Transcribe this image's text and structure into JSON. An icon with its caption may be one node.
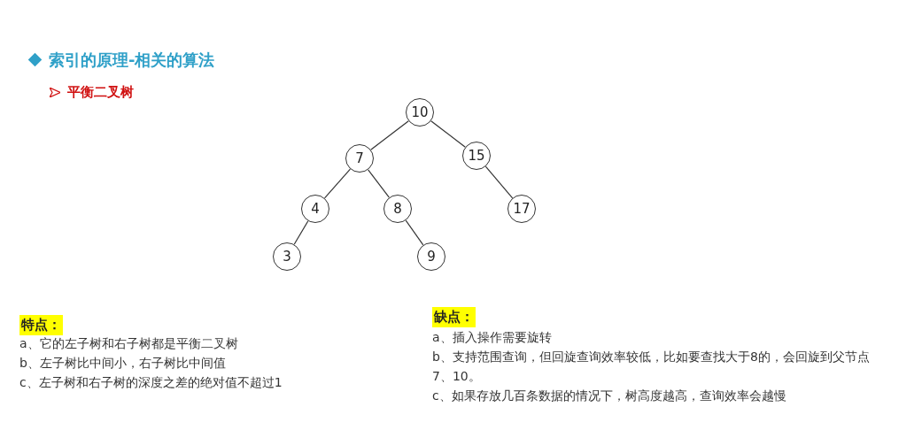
{
  "diagram": {
    "nodes": [
      {
        "text": [
          "10"
        ]
      },
      {
        "text": [
          "7"
        ]
      },
      {
        "text": [
          "15"
        ]
      },
      {
        "text": [
          "4"
        ]
      },
      {
        "text": [
          "8"
        ]
      },
      {
        "text": [
          "17"
        ]
      },
      {
        "text": [
          "3"
        ]
      },
      {
        "text": [
          "9"
        ]
      }
    ],
    "edges": [
      {
        "from": 0,
        "to": 1,
        "arrow": "none"
      },
      {
        "from": 0,
        "to": 2,
        "arrow": "none"
      },
      {
        "from": 1,
        "to": 3,
        "arrow": "none"
      },
      {
        "from": 1,
        "to": 4,
        "arrow": "none"
      },
      {
        "from": 2,
        "to": 5,
        "arrow": "none"
      },
      {
        "from": 3,
        "to": 6,
        "arrow": "none"
      },
      {
        "from": 4,
        "to": 7,
        "arrow": "none"
      }
    ],
    "labels": [
      "索引的原理-相关的算法",
      "平衡二叉树",
      "特点：",
      "a、它的左子树和右子树都是平衡二叉树",
      "b、左子树比中间小，右子树比中间值",
      "c、左子树和右子树的深度之差的绝对值不超过1",
      "缺点：",
      "a、插入操作需要旋转",
      "b、支持范围查询，但回旋查询效率较低，比如要查找大于8的，会回旋到父节点7、10。",
      "c、如果存放几百条数据的情况下，树高度越高，查询效率会越慢"
    ]
  }
}
